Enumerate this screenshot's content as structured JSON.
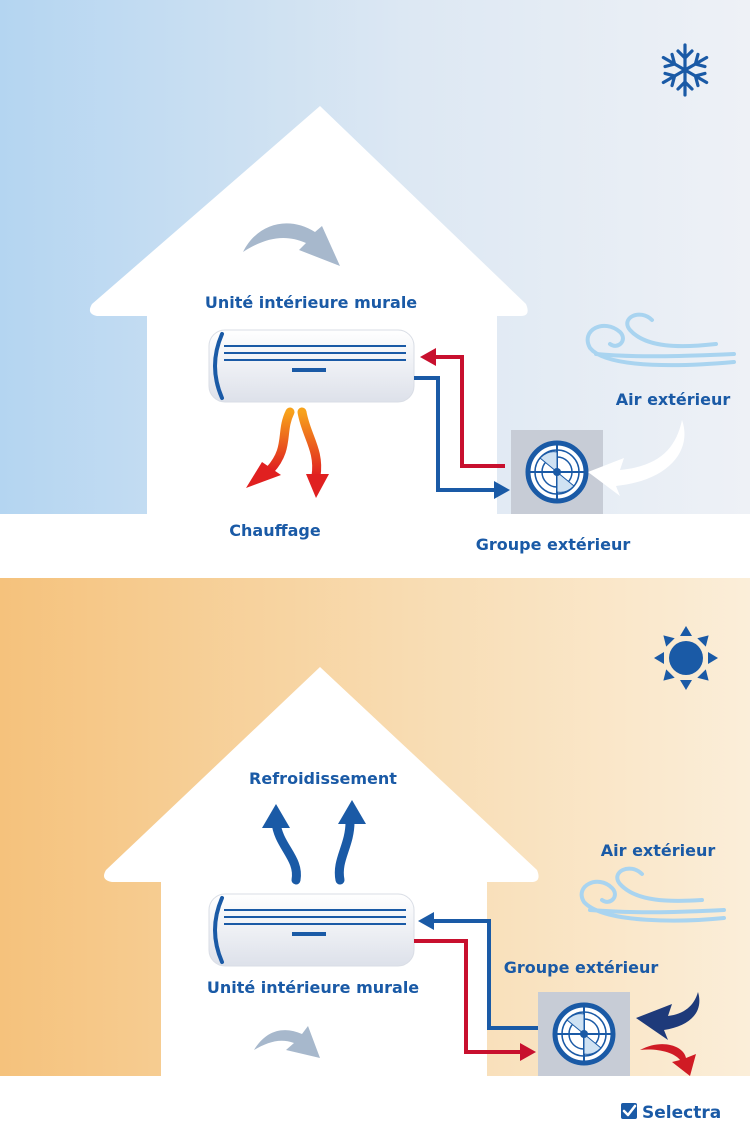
{
  "heating": {
    "indoor_unit_label": "Unité intérieure murale",
    "effect_label": "Chauffage",
    "outdoor_air_label": "Air extérieur",
    "outdoor_unit_label": "Groupe extérieur",
    "season_icon": "snowflake-icon"
  },
  "cooling": {
    "effect_label": "Refroidissement",
    "indoor_unit_label": "Unité intérieure murale",
    "outdoor_air_label": "Air extérieur",
    "outdoor_unit_label": "Groupe extérieur",
    "season_icon": "sun-icon"
  },
  "brand": {
    "name": "Selectra",
    "icon": "checkbox-check-icon"
  },
  "colors": {
    "label_blue": "#1a5aa6",
    "hot_pipe": "#c8102e",
    "cold_pipe": "#1a5aa6",
    "unit_grey": "#c7ccd6",
    "winter_sky": "#b8d7f0",
    "summer_sky": "#f6c682"
  }
}
